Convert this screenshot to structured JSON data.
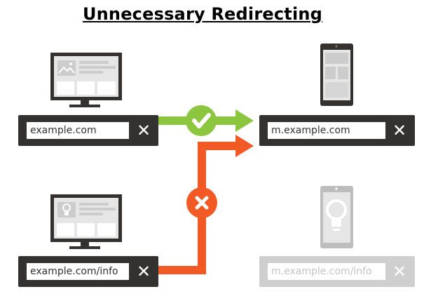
{
  "title": "Unnecessary Redirecting",
  "desktop_top": {
    "url": "example.com",
    "close_glyph": "✕"
  },
  "mobile_top": {
    "url": "m.example.com",
    "close_glyph": "✕"
  },
  "desktop_bottom": {
    "url": "example.com/info",
    "close_glyph": "✕"
  },
  "mobile_bottom": {
    "url": "m.example.com/info",
    "close_glyph": "✕"
  },
  "icons": {
    "ok": "checkmark-icon",
    "error": "cross-icon"
  },
  "colors": {
    "dark": "#333231",
    "faded": "#cfcfcf",
    "green": "#8cc63f",
    "orange": "#f15a24",
    "screen": "#e6e6e6"
  }
}
